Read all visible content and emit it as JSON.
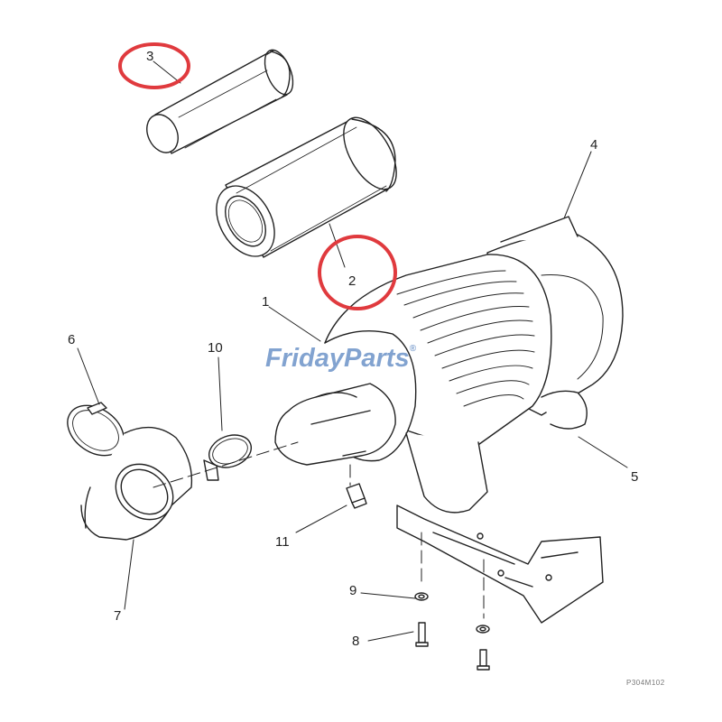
{
  "diagram": {
    "part_labels": {
      "p1": "1",
      "p2": "2",
      "p3": "3",
      "p4": "4",
      "p5": "5",
      "p6": "6",
      "p7": "7",
      "p8": "8",
      "p9": "9",
      "p10": "10",
      "p11": "11"
    },
    "highlighted_parts": [
      "2",
      "3"
    ],
    "highlight_color": "#e03a3e",
    "line_color": "#222222",
    "watermark": "FridayParts",
    "watermark_mark": "®",
    "watermark_color": "#6d93c8",
    "drawing_code": "P304M102"
  }
}
